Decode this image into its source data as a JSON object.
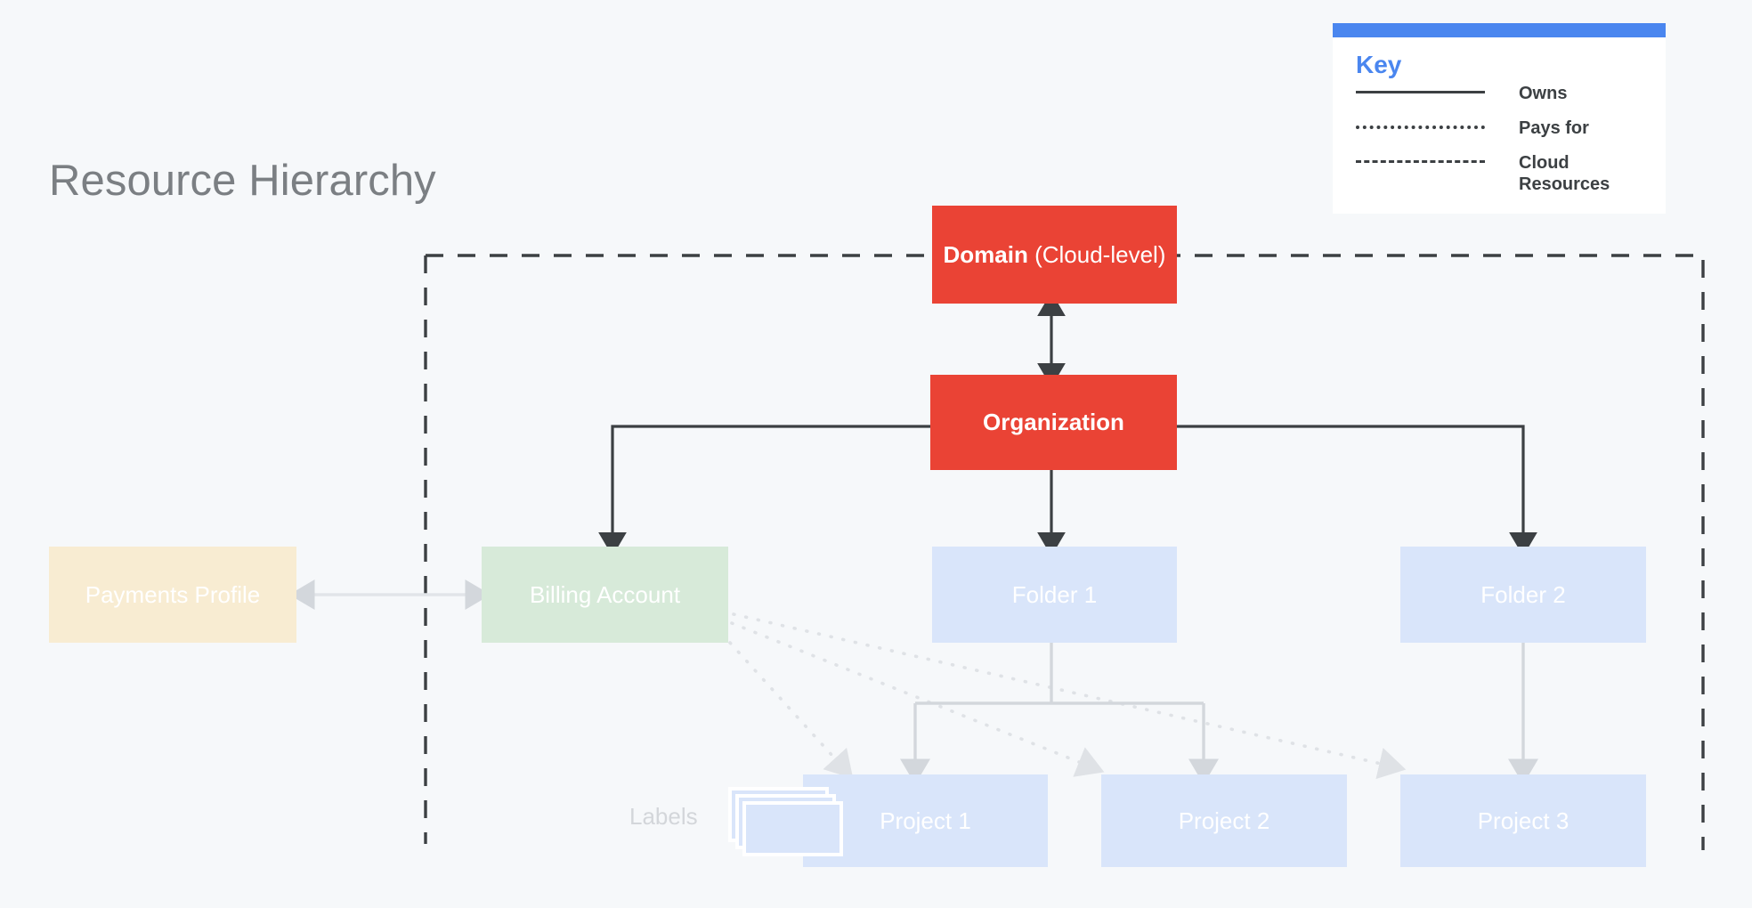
{
  "page": {
    "title": "Resource Hierarchy",
    "background_color": "#f6f8fa"
  },
  "legend": {
    "title": "Key",
    "accent_color": "#4a86ef",
    "items": [
      {
        "style": "solid",
        "label": "Owns"
      },
      {
        "style": "dotted",
        "label": "Pays for"
      },
      {
        "style": "dashed",
        "label": "Cloud Resources"
      }
    ]
  },
  "nodes": {
    "domain": {
      "label_bold": "Domain",
      "label_rest": " (Cloud-level)",
      "color": "#ea4335"
    },
    "organization": {
      "label": "Organization",
      "color": "#ea4335"
    },
    "payments_profile": {
      "label": "Payments Profile",
      "color": "#f8ecd2"
    },
    "billing_account": {
      "label": "Billing Account",
      "color": "#d7ead9"
    },
    "folder_1": {
      "label": "Folder 1",
      "color": "#d9e5fa"
    },
    "folder_2": {
      "label": "Folder 2",
      "color": "#d9e5fa"
    },
    "project_1": {
      "label": "Project 1",
      "color": "#d9e5fa"
    },
    "project_2": {
      "label": "Project 2",
      "color": "#d9e5fa"
    },
    "project_3": {
      "label": "Project 3",
      "color": "#d9e5fa"
    },
    "labels": {
      "label": "Labels",
      "color": "#d9e5fa",
      "card_count": 3
    }
  },
  "edges": {
    "domain_organization": {
      "type": "owns",
      "style": "solid",
      "bidirectional": true
    },
    "organization_billing_account": {
      "type": "owns",
      "style": "solid"
    },
    "organization_folder_1": {
      "type": "owns",
      "style": "solid"
    },
    "organization_folder_2": {
      "type": "owns",
      "style": "solid"
    },
    "payments_profile_billing_account": {
      "type": "pays-for",
      "style": "solid-light",
      "bidirectional": true
    },
    "billing_account_project_1": {
      "type": "pays for",
      "style": "dotted"
    },
    "billing_account_project_2": {
      "type": "pays for",
      "style": "dotted"
    },
    "billing_account_project_3": {
      "type": "pays for",
      "style": "dotted"
    },
    "folder_1_project_1": {
      "type": "owns",
      "style": "solid-light"
    },
    "folder_1_project_2": {
      "type": "owns",
      "style": "solid-light"
    },
    "folder_2_project_3": {
      "type": "owns",
      "style": "solid-light"
    }
  },
  "cloud_boundary": {
    "style": "dashed",
    "label": "Cloud Resources"
  }
}
